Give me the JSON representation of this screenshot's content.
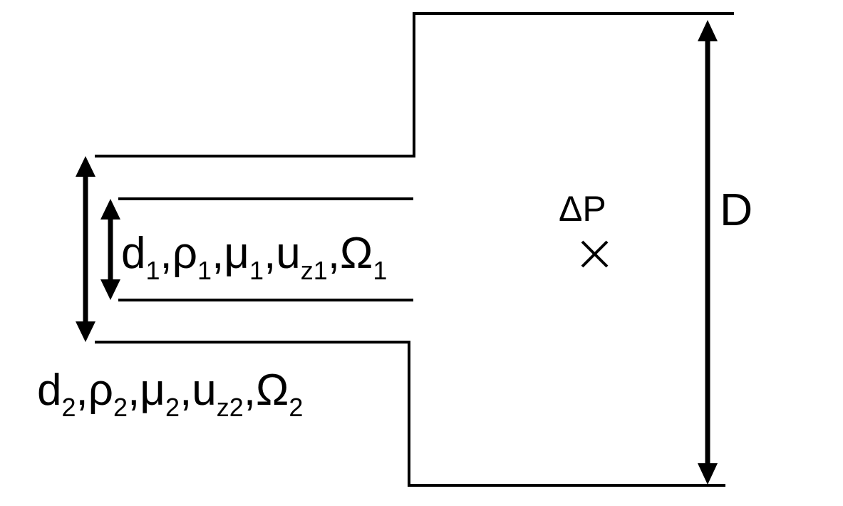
{
  "inner_jet": {
    "symbols": [
      "d",
      "ρ",
      "μ",
      "u",
      "Ω"
    ],
    "sub_z": "z",
    "index": "1",
    "separator": ","
  },
  "outer_jet": {
    "symbols": [
      "d",
      "ρ",
      "μ",
      "u",
      "Ω"
    ],
    "sub_z": "z",
    "index": "2",
    "separator": ","
  },
  "pressure_label": "ΔP",
  "point_marker": "×",
  "chamber_diameter_label": "D",
  "colors": {
    "line": "#000000",
    "background": "#ffffff"
  }
}
